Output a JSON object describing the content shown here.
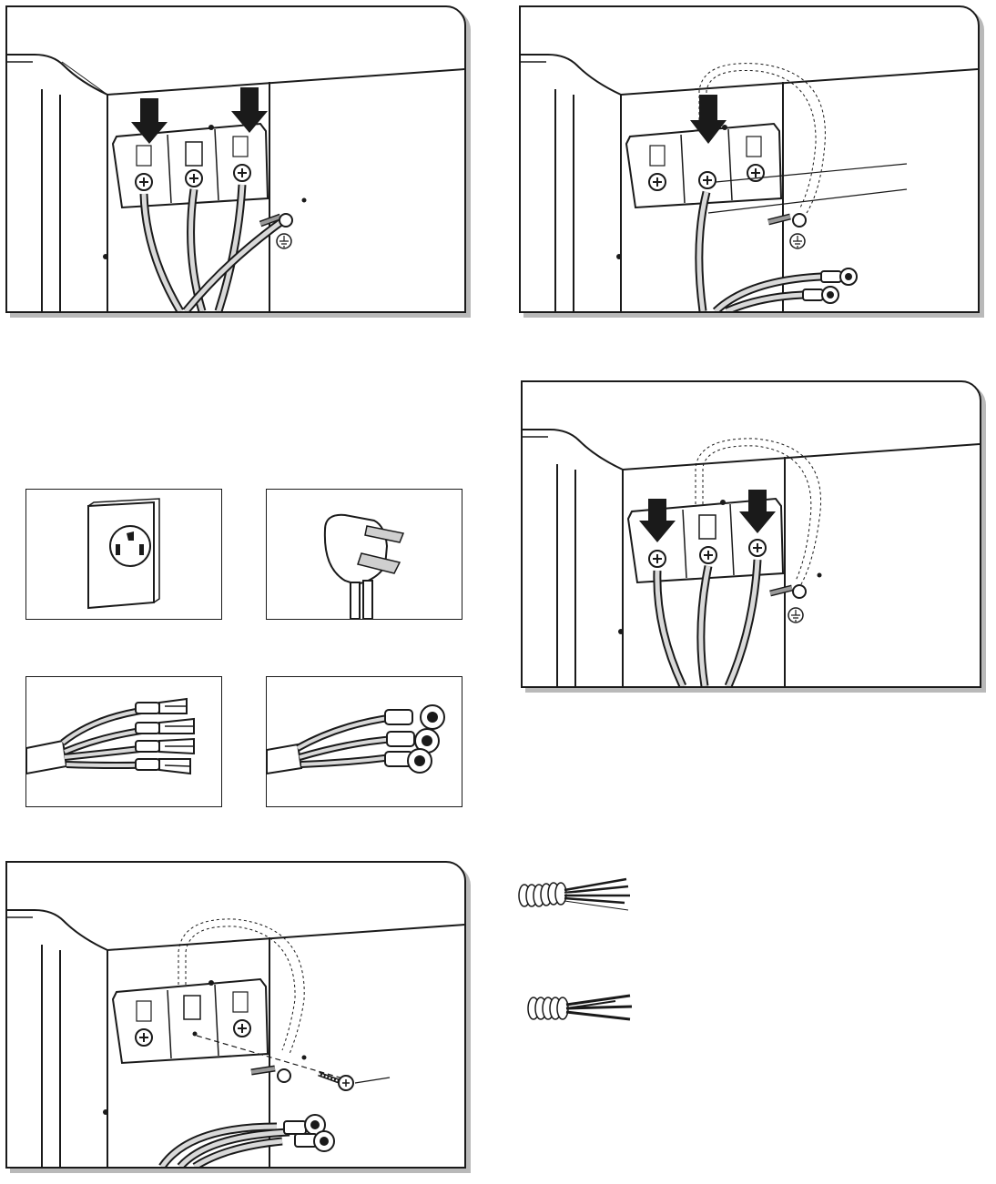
{
  "page": {
    "background": "#ffffff",
    "ink": "#1a1a1a",
    "shadow": "#b9b9b9",
    "wire_fill": "#d9d9d9"
  },
  "figures": [
    {
      "id": "three-wire-terminal-block",
      "arrows": 2,
      "ground_strap": "attached"
    },
    {
      "id": "four-wire-center-terminal",
      "arrows": 1,
      "ground_strap": "dashed-to-center"
    },
    {
      "id": "four-wire-outer-terminals",
      "arrows": 2,
      "ground_strap": "dashed-to-center"
    },
    {
      "id": "three-wire-ground-screw",
      "arrows": 0,
      "ground_strap": "dashed-to-center"
    }
  ],
  "connector_tiles": [
    {
      "id": "receptacle",
      "icon": "outlet-receptacle-icon"
    },
    {
      "id": "plug",
      "icon": "power-plug-icon"
    },
    {
      "id": "spade-terminals",
      "icon": "spade-terminal-wires-icon"
    },
    {
      "id": "ring-terminals",
      "icon": "ring-terminal-wires-icon"
    }
  ],
  "wire_types": [
    {
      "id": "stranded",
      "icon": "stranded-wire-icon"
    },
    {
      "id": "solid",
      "icon": "solid-wire-icon"
    }
  ],
  "text": {}
}
